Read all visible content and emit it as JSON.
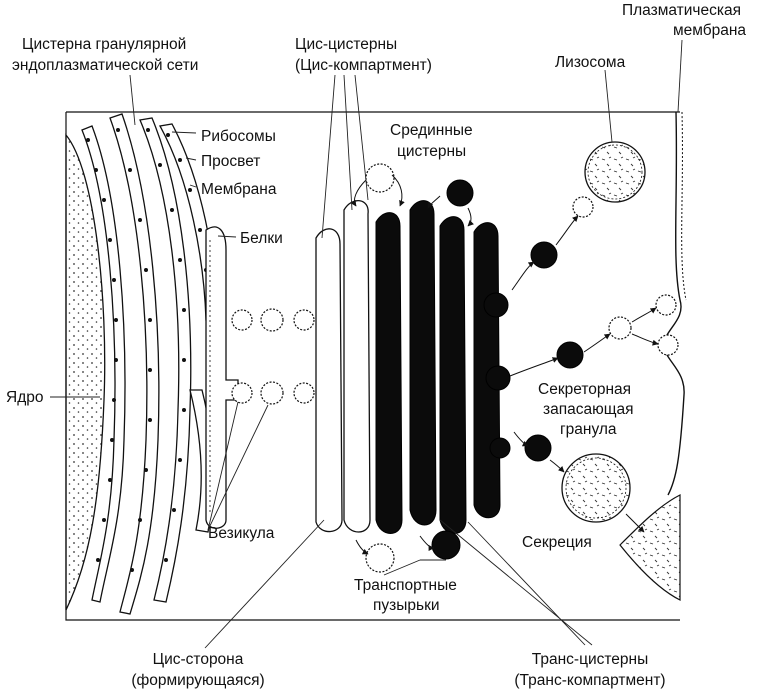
{
  "labels": {
    "er_cistern_line1": "Цистерна гранулярной",
    "er_cistern_line2": "эндоплазматической сети",
    "cis_cisterns_line1": "Цис-цистерны",
    "cis_cisterns_line2": "(Цис-компартмент)",
    "plasma_membrane_line1": "Плазматическая",
    "plasma_membrane_line2": "мембрана",
    "lysosome": "Лизосома",
    "ribosomes": "Рибосомы",
    "lumen": "Просвет",
    "membrane": "Мембрана",
    "medial_cisterns_line1": "Срединные",
    "medial_cisterns_line2": "цистерны",
    "proteins": "Белки",
    "nucleus": "Ядро",
    "secretory_granule_line1": "Секреторная",
    "secretory_granule_line2": "запасающая",
    "secretory_granule_line3": "гранула",
    "vesicle": "Везикула",
    "secretion": "Секреция",
    "transport_vesicles_line1": "Транспортные",
    "transport_vesicles_line2": "пузырьки",
    "cis_side_line1": "Цис-сторона",
    "cis_side_line2": "(формирующаяся)",
    "trans_cisterns_line1": "Транс-цистерны",
    "trans_cisterns_line2": "(Транс-компартмент)"
  }
}
